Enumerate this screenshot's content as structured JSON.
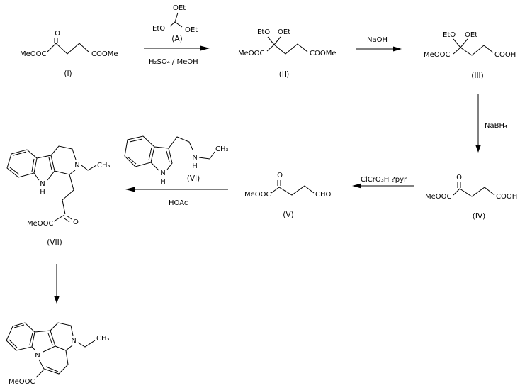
{
  "colors": {
    "background": "#ffffff",
    "ink": "#000000"
  },
  "compounds": {
    "c1": {
      "label": "(I)",
      "left": "MeOOC",
      "carbonyl": "O",
      "right": "COOMe"
    },
    "cA": {
      "label": "(A)",
      "top": "OEt",
      "left": "EtO",
      "right": "OEt"
    },
    "c2": {
      "label": "(II)",
      "top_left": "EtO",
      "top_right": "OEt",
      "left": "MeOOC",
      "right": "COOMe"
    },
    "c3": {
      "label": "(III)",
      "top_left": "EtO",
      "top_right": "OEt",
      "left": "MeOOC",
      "right": "COOH"
    },
    "c4": {
      "label": "(IV)",
      "left": "MeOOC",
      "carbonyl": "O",
      "right": "COOH"
    },
    "c5": {
      "label": "(V)",
      "left": "MeOOC",
      "carbonyl": "O",
      "right": "CHO"
    },
    "c6": {
      "label": "(VI)",
      "indole_n": "N",
      "indole_h": "H",
      "amine_n": "N",
      "amine_h": "H",
      "methyl": "CH₃"
    },
    "c7": {
      "label": "(VII)",
      "indole_n": "N",
      "indole_h": "H",
      "ring_n": "N",
      "methyl": "CH₃",
      "ester": "MeOOC",
      "carbonyl": "O"
    },
    "c8": {
      "indole_n": "N",
      "ring_n": "N",
      "methyl": "CH₃",
      "ester": "MeOOC"
    }
  },
  "reagents": {
    "step1_below": "H₂SO₄ / MeOH",
    "step2_above": "NaOH",
    "step3_right": "NaBH₄",
    "step4_above": "ClCrO₃H ?pyr",
    "step5_below": "HOAc"
  }
}
